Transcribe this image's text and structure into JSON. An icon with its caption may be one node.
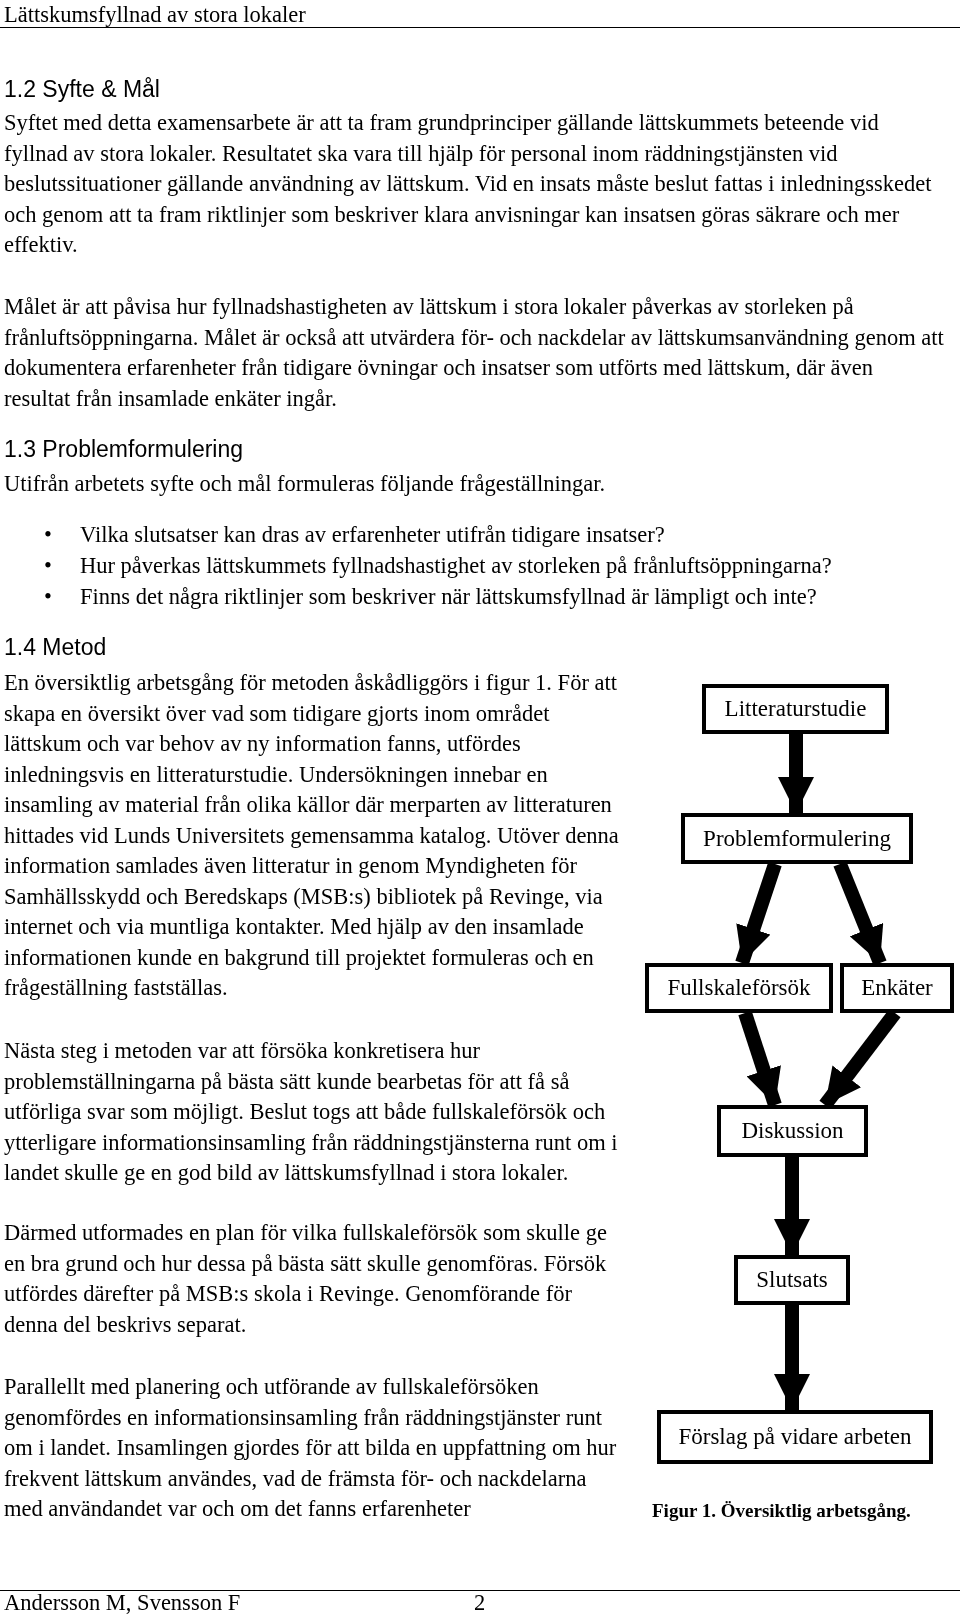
{
  "diagram": {
    "caption": "Figur 1. Översiktlig arbetsgång.",
    "nodes": [
      {
        "text": [
          "Litteraturstudie"
        ]
      },
      {
        "text": [
          "Problemformulering"
        ]
      },
      {
        "text": [
          "Fullskaleförsök"
        ]
      },
      {
        "text": [
          "Enkäter"
        ]
      },
      {
        "text": [
          "Diskussion"
        ]
      },
      {
        "text": [
          "Slutsats"
        ]
      },
      {
        "text": [
          "Förslag på vidare arbeten"
        ]
      }
    ],
    "edges": [
      {
        "from": 0,
        "to": 1,
        "arrow": "to"
      },
      {
        "from": 1,
        "to": 2,
        "arrow": "to"
      },
      {
        "from": 1,
        "to": 3,
        "arrow": "to"
      },
      {
        "from": 2,
        "to": 4,
        "arrow": "to"
      },
      {
        "from": 3,
        "to": 4,
        "arrow": "to"
      },
      {
        "from": 4,
        "to": 5,
        "arrow": "to"
      },
      {
        "from": 5,
        "to": 6,
        "arrow": "to"
      }
    ],
    "labels": [
      "Lättskumsfyllnad av stora lokaler",
      "1.2 Syfte & Mål",
      "Syftet med detta examensarbete är att ta fram grundprinciper gällande lättskummets beteende vid fyllnad av stora lokaler. Resultatet ska vara till hjälp för personal inom räddningstjänsten vid beslutssituationer gällande användning av lättskum. Vid en insats måste beslut fattas i inledningsskedet och genom att ta fram riktlinjer som beskriver klara anvisningar kan insatsen göras säkrare och mer effektiv.",
      "Målet är att påvisa hur fyllnadshastigheten av lättskum i stora lokaler påverkas av storleken på frånluftsöppningarna. Målet är också att utvärdera för- och nackdelar av lättskumsanvändning genom att dokumentera erfarenheter från tidigare övningar och insatser som utförts med lättskum, där även resultat från insamlade enkäter ingår.",
      "1.3 Problemformulering",
      "Utifrån arbetets syfte och mål formuleras följande frågeställningar.",
      "•",
      "Vilka slutsatser kan dras av erfarenheter utifrån tidigare insatser?",
      "•",
      "Hur påverkas lättskummets fyllnadshastighet av storleken på frånluftsöppningarna?",
      "•",
      "Finns det några riktlinjer som beskriver när lättskumsfyllnad är lämpligt och inte?",
      "1.4 Metod",
      "En översiktlig arbetsgång för metoden åskådliggörs i figur 1. För att skapa en översikt över vad som tidigare gjorts inom området lättskum och var behov av ny information fanns, utfördes inledningsvis en litteraturstudie. Undersökningen innebar en insamling av material från olika källor där merparten av litteraturen hittades vid Lunds Universitets gemensamma katalog. Utöver denna information samlades även litteratur in genom Myndigheten för Samhällsskydd och Beredskaps (MSB:s) bibliotek på Revinge, via internet och via muntliga kontakter. Med hjälp av den insamlade informationen kunde en bakgrund till projektet formuleras och en frågeställning fastställas.",
      "Nästa steg i metoden var att försöka konkretisera hur problemställningarna på bästa sätt kunde bearbetas för att få så utförliga svar som möjligt. Beslut togs att både fullskaleförsök och ytterligare informationsinsamling från räddningstjänsterna runt om i landet skulle ge en god bild av lättskumsfyllnad i stora lokaler.",
      "Därmed utformades en plan för vilka fullskaleförsök som skulle ge en bra grund och hur dessa på bästa sätt skulle genomföras. Försök utfördes därefter på MSB:s skola i Revinge. Genomförande för denna del beskrivs separat.",
      "Parallellt med planering och utförande av fullskaleförsöken genomfördes en informationsinsamling från räddningstjänster runt om i landet. Insamlingen gjordes för att bilda en uppfattning om hur frekvent lättskum användes, vad de främsta för- och nackdelarna med användandet var och om det fanns erfarenheter",
      "Andersson M, Svensson F",
      "2"
    ]
  }
}
